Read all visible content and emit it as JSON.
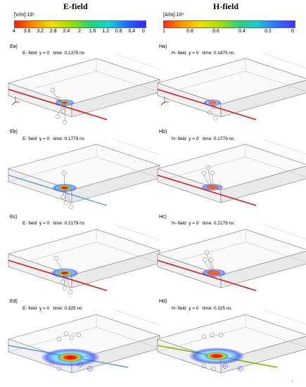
{
  "columns": [
    {
      "title": "E-field",
      "unit": "[V/m]·10⁵",
      "ticks": [
        "4",
        "3.6",
        "3.2",
        "2.8",
        "2.4",
        "2",
        "1.6",
        "1.2",
        "0.8",
        "0.4",
        "0"
      ]
    },
    {
      "title": "H-field",
      "unit": "[A/m]·10³",
      "ticks": [
        "1",
        "0.8",
        "0.6",
        "0.4",
        "0.2",
        "0"
      ]
    }
  ],
  "panels": [
    {
      "label": "Ea)",
      "field": "E- field",
      "plane": "y = 0",
      "time": "time: 0.1375 ns"
    },
    {
      "label": "Ha)",
      "field": "H- field",
      "plane": "y = 0",
      "time": "time: 0.1375 ns"
    },
    {
      "label": "Eb)",
      "field": "E- field",
      "plane": "y = 0",
      "time": "time: 0.1779 ns"
    },
    {
      "label": "Hb)",
      "field": "H- field",
      "plane": "y = 0",
      "time": "time: 0.1779 ns"
    },
    {
      "label": "Ec)",
      "field": "E- field",
      "plane": "y = 0",
      "time": "time: 0.2179 ns"
    },
    {
      "label": "Hc)",
      "field": "H- field",
      "plane": "y = 0",
      "time": "time: 0.2179 ns"
    },
    {
      "label": "Ed)",
      "field": "E- field",
      "plane": "y = 0",
      "time": "time: 0.325 ns"
    },
    {
      "label": "Hd)",
      "field": "H- field",
      "plane": "y = 0",
      "time": "time: 0.325 ns"
    }
  ],
  "probes": {
    "p1": "P1",
    "p2": "P2"
  },
  "footnote": "7",
  "colors": {
    "line_e": "#d41c1c",
    "line_blue": "#5b9bd5",
    "line_green": "#7fb800",
    "hot": "#ff1a00",
    "cool": "#2a2aff"
  }
}
